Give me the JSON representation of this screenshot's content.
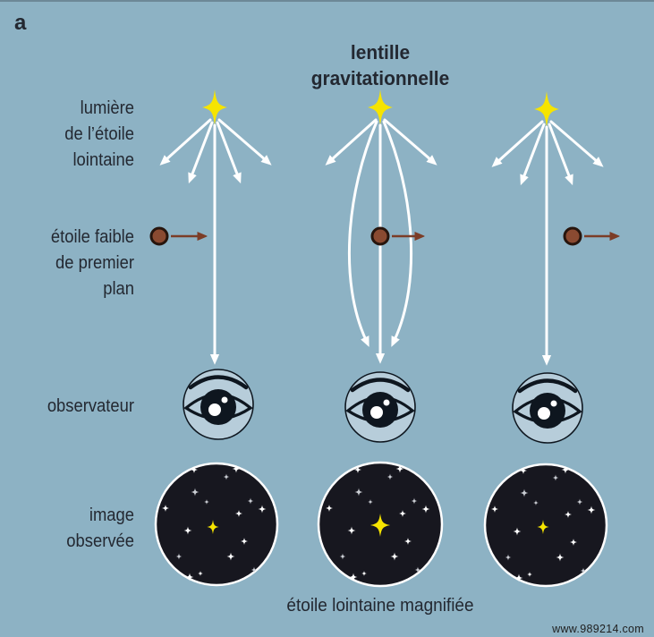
{
  "figure_label": "a",
  "title": {
    "line1": "lentille",
    "line2": "gravitationnelle"
  },
  "labels": {
    "light": [
      "lumière",
      "de l’étoile",
      "lointaine"
    ],
    "foreground_star": [
      "étoile faible",
      "de premier",
      "plan"
    ],
    "observer": "observateur",
    "observed_image": [
      "image",
      "observée"
    ]
  },
  "caption": "étoile lointaine magnifiée",
  "watermark": "www.989214.com",
  "icons": {
    "distant-star-icon": "yellow four-pointed star",
    "light-ray-arrow": "white arrow radiating from star",
    "gravity-bent-ray-arrow": "white curved arrow bent around foreground star",
    "foreground-star-icon": "small brown disc",
    "motion-arrow-icon": "brown rightward arrow",
    "observer-eye-icon": "eye inside pale circle",
    "observed-image-icon": "dark circle of star field",
    "magnified-star-icon": "central yellow star in star field"
  },
  "colors": {
    "background": "#8db2c4",
    "text": "#232831",
    "star_yellow": "#f6e400",
    "ray_white": "#ffffff",
    "foreground_star_brown": "#8a4a31",
    "motion_arrow_brown": "#7c3d27",
    "eye_fill": "#b7cdda",
    "eye_dark": "#0e161f",
    "image_background": "#17171f",
    "image_border": "#ffffff"
  }
}
